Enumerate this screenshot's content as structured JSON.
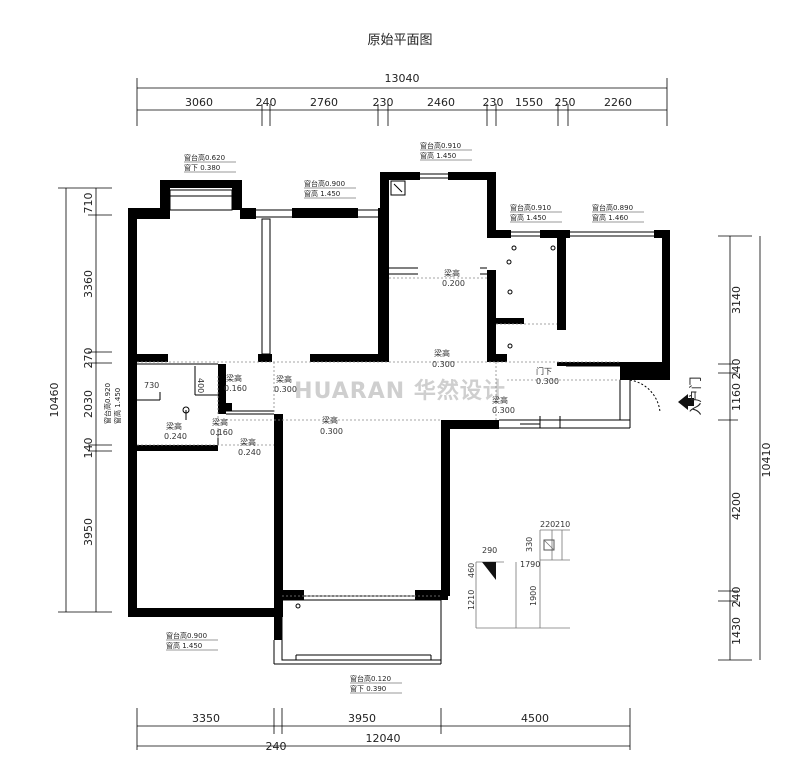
{
  "title": "原始平面图",
  "watermark": "HUARAN 华然设计",
  "entrance": "入户门",
  "dims_top": {
    "total": "13040",
    "segments": [
      "3060",
      "240",
      "2760",
      "230",
      "2460",
      "230",
      "1550",
      "250",
      "2260"
    ]
  },
  "dims_bottom": {
    "segments": [
      "3350",
      "3950",
      "4500"
    ],
    "total": "12040",
    "extra": "240"
  },
  "dims_left": {
    "total": "10460",
    "segments": [
      "710",
      "3360",
      "270",
      "2030",
      "140",
      "3950"
    ]
  },
  "dims_right": {
    "total": "10410",
    "segments": [
      "3140",
      "240",
      "1160",
      "4200",
      "240",
      "1430"
    ]
  },
  "window_notes": [
    {
      "a": "窗台高0.620",
      "b": "窗下 0.380"
    },
    {
      "a": "窗台高0.900",
      "b": "窗高 1.450"
    },
    {
      "a": "窗台高0.910",
      "b": "窗高 1.450"
    },
    {
      "a": "窗台高0.910",
      "b": "窗高 1.450"
    },
    {
      "a": "窗台高0.890",
      "b": "窗高 1.460"
    },
    {
      "a": "窗台高0.920",
      "b": "窗高 1.450"
    },
    {
      "a": "窗台高0.900",
      "b": "窗高 1.450"
    },
    {
      "a": "窗台高0.120",
      "b": "窗下 0.390"
    }
  ],
  "beam_labels": [
    {
      "a": "梁高",
      "b": "0.200"
    },
    {
      "a": "梁高",
      "b": "0.300"
    },
    {
      "a": "门下",
      "b": "0.300"
    },
    {
      "a": "梁高",
      "b": "0.300"
    },
    {
      "a": "梁高",
      "b": "0.160"
    },
    {
      "a": "梁高",
      "b": "0.300"
    },
    {
      "a": "梁高",
      "b": "0.300"
    },
    {
      "a": "梁高",
      "b": "0.240"
    },
    {
      "a": "梁高",
      "b": "0.160"
    },
    {
      "a": "梁高",
      "b": "0.240"
    }
  ],
  "small_dims": [
    "730",
    "400"
  ],
  "stair_dims": [
    "290",
    "460",
    "1210",
    "330",
    "1790",
    "1900",
    "220",
    "210"
  ]
}
